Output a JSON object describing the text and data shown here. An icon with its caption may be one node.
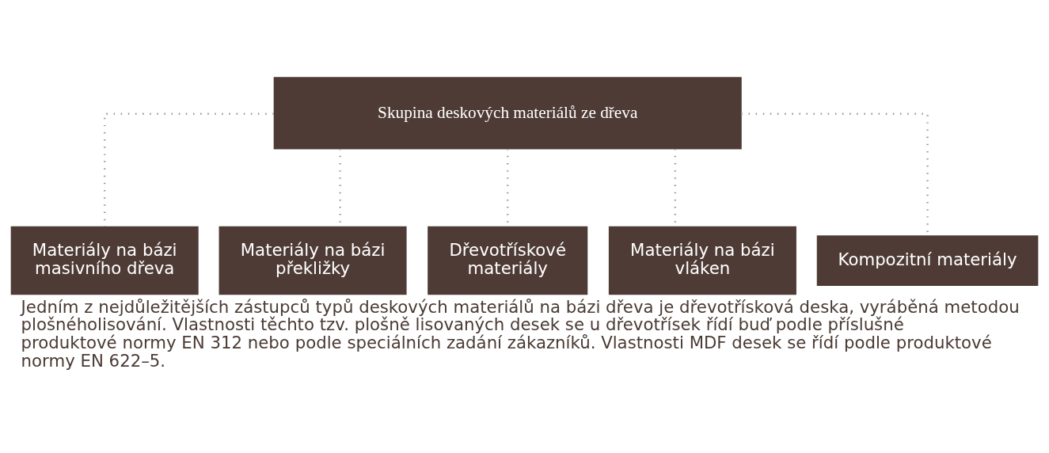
{
  "diagram": {
    "caption": "Jedním z nejdůležitějších zástupců typů deskových materiálů na bázi dřeva je dřevotřísková deska, vyráběná metodou plošnéholisování. Vlastnosti těchto tzv. plošně lisovaných desek se u dřevotřísek řídí buď podle příslušné produktové normy EN 312 nebo podle speciálních zadání zákazníků. Vlastnosti MDF desek se řídí podle produktové normy EN 622–5.",
    "nodes": [
      {
        "text": [
          "Skupina deskových materiálů ze dřeva"
        ]
      },
      {
        "text": [
          "Materiály na bázi masivního dřeva"
        ]
      },
      {
        "text": [
          "Materiály na bázi překližky"
        ]
      },
      {
        "text": [
          "Dřevotřískové materiály"
        ]
      },
      {
        "text": [
          "Materiály na bázi vláken"
        ]
      },
      {
        "text": [
          "Kompozitní materiály"
        ]
      }
    ],
    "edges": [
      {
        "from": 0,
        "to": 1,
        "arrow": "none"
      },
      {
        "from": 0,
        "to": 2,
        "arrow": "none"
      },
      {
        "from": 0,
        "to": 3,
        "arrow": "none"
      },
      {
        "from": 0,
        "to": 4,
        "arrow": "none"
      },
      {
        "from": 0,
        "to": 5,
        "arrow": "none"
      }
    ]
  }
}
